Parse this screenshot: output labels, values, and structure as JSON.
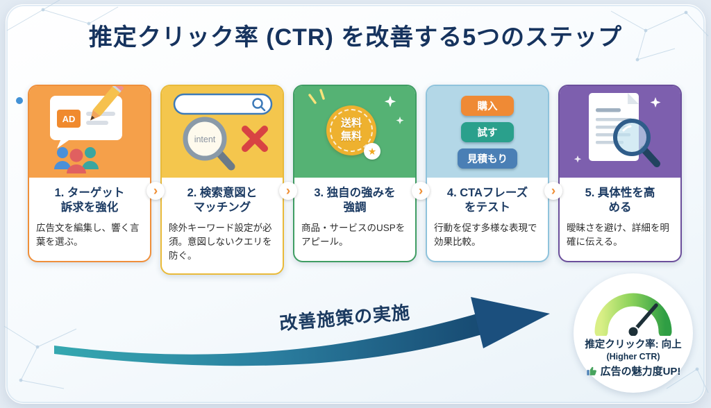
{
  "title": "推定クリック率 (CTR) を改善する5つのステップ",
  "steps": [
    {
      "heading": "1. ターゲット\n訴求を強化",
      "body": "広告文を編集し、響く言葉を選ぶ。",
      "illustration": {
        "ad_label": "AD"
      }
    },
    {
      "heading": "2. 検索意図と\nマッチング",
      "body": "除外キーワード設定が必須。意図しないクエリを防ぐ。",
      "illustration": {
        "search_term": "intent"
      }
    },
    {
      "heading": "3. 独自の強みを\n強調",
      "body": "商品・サービスのUSPをアピール。",
      "illustration": {
        "badge_label": "送料無料"
      }
    },
    {
      "heading": "4. CTAフレーズ\nをテスト",
      "body": "行動を促す多様な表現で効果比較。",
      "illustration": {
        "buttons": [
          "購入",
          "試す",
          "見積もり"
        ]
      }
    },
    {
      "heading": "5. 具体性を高\nめる",
      "body": "曖昧さを避け、詳細を明確に伝える。",
      "illustration": {}
    }
  ],
  "arrow": {
    "label": "改善施策の実施"
  },
  "result": {
    "line1": "推定クリック率: 向上",
    "line2": "(Higher CTR)",
    "line3": "広告の魅力度UP!"
  },
  "icons": {
    "chevron": "›",
    "star": "★"
  },
  "colors": {
    "title_navy": "#16335E",
    "accent_orange": "#EF8F3A",
    "accent_yellow": "#E9BA39",
    "accent_green": "#3F9D63",
    "accent_lightblue": "#8FC3DC",
    "accent_purple": "#6B4F9B",
    "cta_buy": "#EF8A35",
    "cta_try": "#2AA08C",
    "cta_quote": "#4A7FB5",
    "arrow_start": "#35A8B0",
    "arrow_end": "#174A72",
    "gauge_low": "#D9EF86",
    "gauge_high": "#2F9E44"
  }
}
